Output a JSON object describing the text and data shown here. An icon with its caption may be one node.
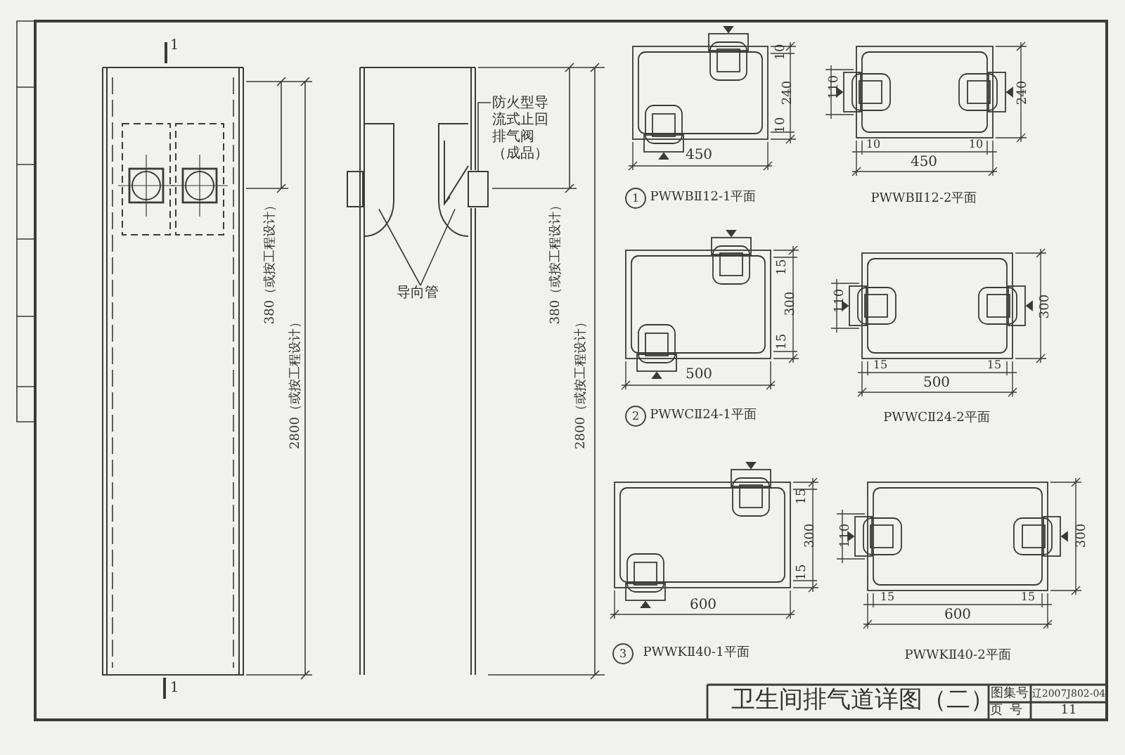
{
  "diagram": {
    "title": "卫生间排气道详图（二）",
    "nodes": [
      {
        "text": [
          "防火型导流式止回排气阀（成品）"
        ]
      },
      {
        "text": [],
        "shape": "box"
      },
      {
        "text": [
          "导向管"
        ]
      },
      {
        "text": [],
        "shape": "picture"
      },
      {
        "text": [],
        "shape": "picture"
      }
    ],
    "edges": [
      {
        "from": 0,
        "to": 1,
        "arrow": "none"
      },
      {
        "from": 2,
        "to": 3,
        "arrow": "none"
      },
      {
        "from": 2,
        "to": 4,
        "arrow": "none"
      }
    ],
    "labels": [
      "1",
      "380（或按工程设计）",
      "2800（或按工程设计）",
      "380（或按工程设计）",
      "2800（或按工程设计）",
      "1",
      "10",
      "240",
      "10",
      "450",
      "1",
      "PWWBⅡ12-1平面",
      "110",
      "240",
      "10",
      "10",
      "450",
      "PWWBⅡ12-2平面",
      "15",
      "300",
      "15",
      "500",
      "2",
      "PWWCⅡ24-1平面",
      "110",
      "300",
      "15",
      "15",
      "500",
      "PWWCⅡ24-2平面",
      "15",
      "300",
      "15",
      "600",
      "3",
      "PWWKⅡ40-1平面",
      "110",
      "300",
      "15",
      "15",
      "600",
      "PWWKⅡ40-2平面",
      "图集号",
      "辽2007J802-04",
      "页号",
      "11"
    ]
  }
}
